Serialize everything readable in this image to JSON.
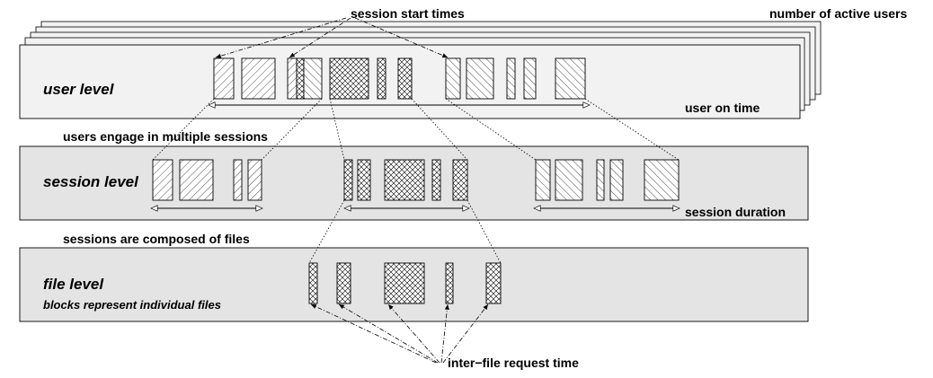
{
  "labels": {
    "session_start_times": "session start times",
    "number_of_active_users": "number of active users",
    "user_level": "user level",
    "user_on_time": "user on time",
    "users_engage": "users engage in multiple sessions",
    "session_level": "session level",
    "session_duration": "session duration",
    "sessions_composed": "sessions are composed of files",
    "file_level": "file level",
    "blocks_represent": "blocks represent individual files",
    "inter_file_request_time": "inter−file request time"
  },
  "colors": {
    "user_panel": "#f2f2f2",
    "session_panel": "#e4e4e4",
    "file_panel": "#e4e4e4",
    "stroke": "#000000"
  },
  "patterns": {
    "diag_fine": "single-hatch",
    "diag_back": "back-hatch",
    "diag_cross": "cross-hatch"
  }
}
